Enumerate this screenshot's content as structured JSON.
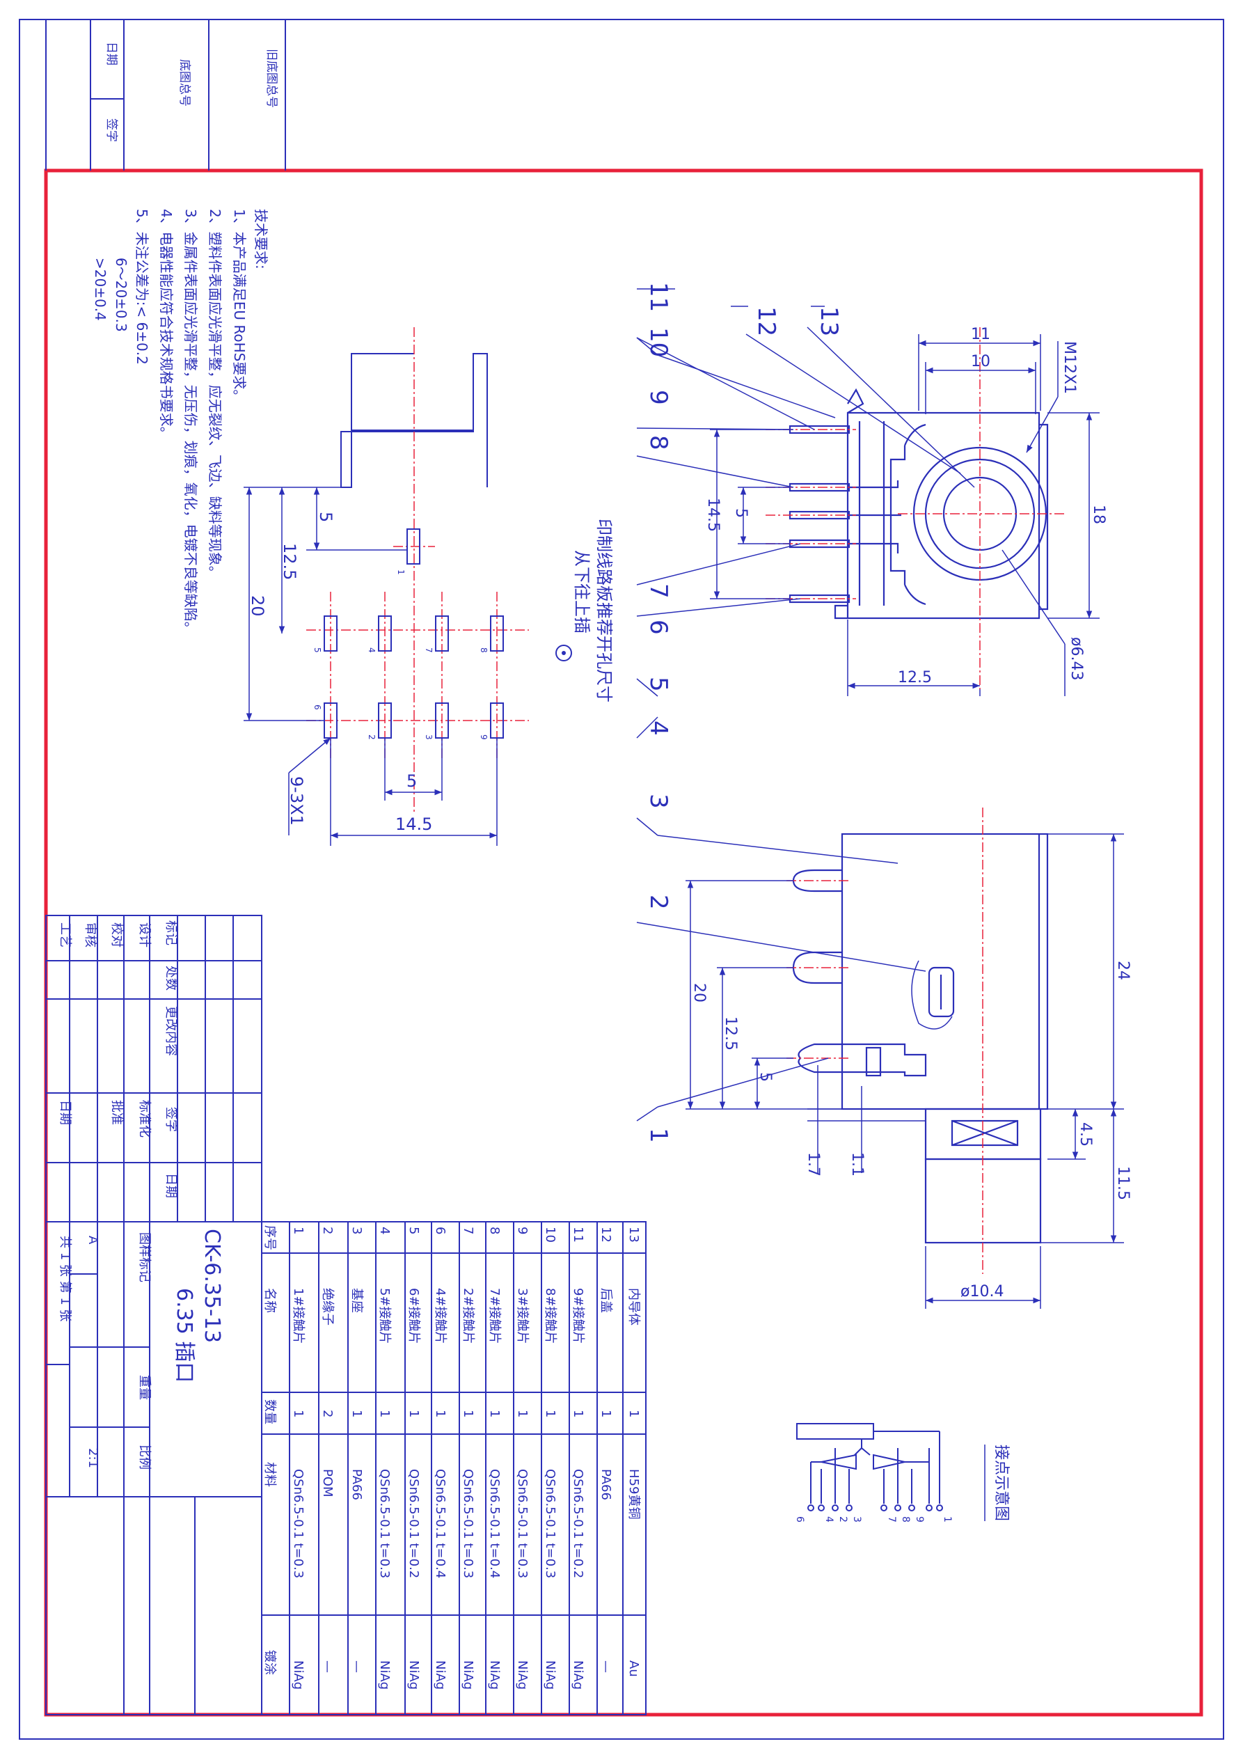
{
  "colors": {
    "line": "#2b2fb8",
    "frame": "#e8213a",
    "center": "#e8213a",
    "paper": "#ffffff"
  },
  "corner_block": {
    "r1": "旧底图总号",
    "r2": "底图总号",
    "r3": "日期",
    "r4": "签字"
  },
  "tech": {
    "title": "技术要求:",
    "lines": [
      "1、本产品满足EU RoHS要求。",
      "2、塑料件表面应光滑平整，应无裂纹、飞边、缺料等现象。",
      "3、金属件表面应光滑平整，无压伤，划痕，氧化，电镀不良等缺陷。",
      "4、电器性能应符合技术规格书要求。",
      "5、未注公差为:< 6±0.2",
      "6～20±0.3",
      ">20±0.4"
    ]
  },
  "pcb": {
    "title": "印制线路板推荐开孔尺寸",
    "subtitle": "从下往上插",
    "dims": {
      "d5a": "5",
      "d12_5": "12.5",
      "d20": "20",
      "d5b": "5",
      "d14_5": "14.5",
      "holes": "9-3X1"
    },
    "pins_top": [
      "5",
      "4",
      "7",
      "8"
    ],
    "pins_bottom": [
      "6",
      "2",
      "3",
      "9"
    ],
    "pin_single": "1"
  },
  "front": {
    "dims": {
      "d11": "11",
      "d10": "10",
      "m12": "M12X1",
      "d18": "18",
      "d6_43": "ø6.43",
      "d12_5": "12.5",
      "d14_5": "14.5",
      "d5": "5"
    },
    "callouts": [
      "11",
      "10",
      "12",
      "13",
      "9",
      "8",
      "7",
      "6",
      "5",
      "4"
    ]
  },
  "side": {
    "dims": {
      "d24": "24",
      "d20": "20",
      "d12_5": "12.5",
      "d5": "5",
      "d4_5": "4.5",
      "d1_7": "1.7",
      "d1_1": "1.1",
      "d11_5": "11.5",
      "d10_4": "ø10.4"
    },
    "callouts": [
      "3",
      "2",
      "1"
    ]
  },
  "schematic": {
    "title": "接点示意图",
    "pins": [
      "6",
      "4",
      "2",
      "3",
      "7",
      "8",
      "9",
      "1"
    ]
  },
  "change_block": {
    "headers": [
      "标记",
      "处数",
      "更改内容",
      "签字",
      "日期"
    ],
    "roles": [
      "设计",
      "校对",
      "审核",
      "工艺",
      "日期",
      "标准化",
      "批准"
    ]
  },
  "title_block": {
    "part_no": "CK-6.35-13",
    "name": "6.35 插口",
    "mark_label": "图样标记",
    "weight_label": "重量",
    "scale_label": "比例",
    "mark_value": "A",
    "scale_value": "2:1",
    "sheet_text": "共 1 张  第 1 张"
  },
  "bom": {
    "headers": {
      "no": "序号",
      "name": "名称",
      "qty": "数量",
      "material": "材料",
      "plating": "镀涂"
    },
    "rows": [
      {
        "no": "13",
        "name": "内导体",
        "qty": "1",
        "material": "H59黄铜",
        "plating": "Au"
      },
      {
        "no": "12",
        "name": "后盖",
        "qty": "1",
        "material": "PA66",
        "plating": "—"
      },
      {
        "no": "11",
        "name": "9#接触片",
        "qty": "1",
        "material": "QSn6.5-0.1 t=0.2",
        "plating": "NiAg"
      },
      {
        "no": "10",
        "name": "8#接触片",
        "qty": "1",
        "material": "QSn6.5-0.1 t=0.3",
        "plating": "NiAg"
      },
      {
        "no": "9",
        "name": "3#接触片",
        "qty": "1",
        "material": "QSn6.5-0.1 t=0.3",
        "plating": "NiAg"
      },
      {
        "no": "8",
        "name": "7#接触片",
        "qty": "1",
        "material": "QSn6.5-0.1 t=0.4",
        "plating": "NiAg"
      },
      {
        "no": "7",
        "name": "2#接触片",
        "qty": "1",
        "material": "QSn6.5-0.1 t=0.3",
        "plating": "NiAg"
      },
      {
        "no": "6",
        "name": "4#接触片",
        "qty": "1",
        "material": "QSn6.5-0.1 t=0.4",
        "plating": "NiAg"
      },
      {
        "no": "5",
        "name": "6#接触片",
        "qty": "1",
        "material": "QSn6.5-0.1 t=0.2",
        "plating": "NiAg"
      },
      {
        "no": "4",
        "name": "5#接触片",
        "qty": "1",
        "material": "QSn6.5-0.1 t=0.3",
        "plating": "NiAg"
      },
      {
        "no": "3",
        "name": "基座",
        "qty": "1",
        "material": "PA66",
        "plating": "—"
      },
      {
        "no": "2",
        "name": "绝缘子",
        "qty": "2",
        "material": "POM",
        "plating": "—"
      },
      {
        "no": "1",
        "name": "1#接触片",
        "qty": "1",
        "material": "QSn6.5-0.1 t=0.3",
        "plating": "NiAg"
      }
    ]
  }
}
